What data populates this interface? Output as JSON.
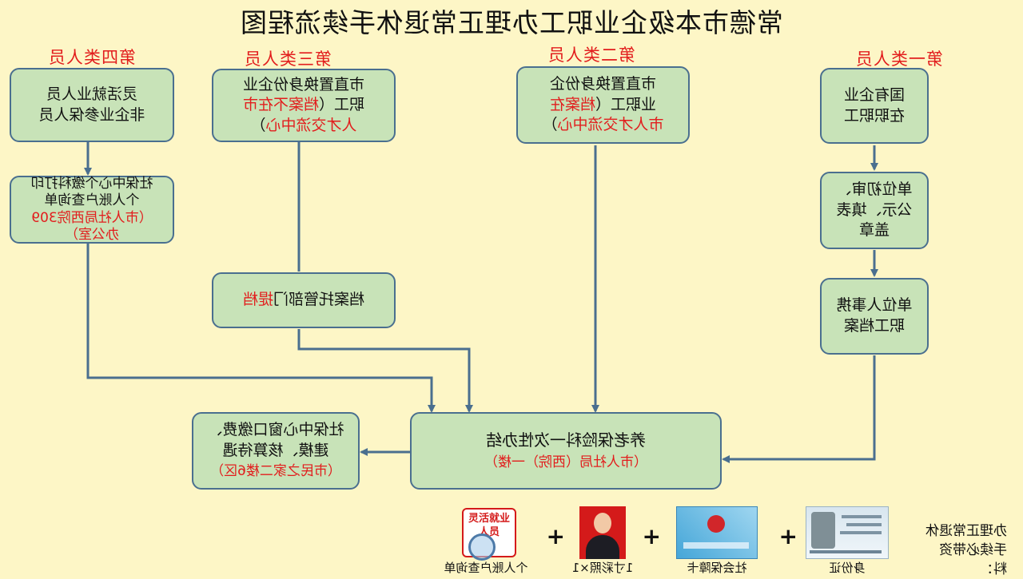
{
  "title": "常德市本级企业职工办理正常退休手续流程图",
  "categories": {
    "c1": "第一类人员",
    "c2": "第二类人员",
    "c3": "第三类人员",
    "c4": "第四类人员"
  },
  "nodes": {
    "c1_start": [
      "国有企业",
      "在职职工"
    ],
    "c1_step2": [
      "单位初审、",
      "公示、填表",
      "盖章"
    ],
    "c1_step3": [
      "单位人事携",
      "职工档案"
    ],
    "c2_start_1": "市直置换身份企",
    "c2_start_2": "业职工（",
    "c2_start_2_red": "档案在",
    "c2_start_3_red": "市人才交流中心",
    "c2_start_3": "）",
    "c3_start_1": "市直置换身份企业",
    "c3_start_2": "职工（",
    "c3_start_2_red": "档案不在市",
    "c3_start_3_red": "人才交流中心",
    "c3_start_3": "）",
    "c3_step2": "档案托管部门",
    "c3_step2_red": "提档",
    "c4_start": [
      "灵活就业人员",
      "非企业参保人员"
    ],
    "c4_step2_1": "社保中心个缴科打印",
    "c4_step2_2": "个人账户查询单",
    "c4_step2_3_red": "（市人社局西院309",
    "c4_step2_4_red": "办公室）",
    "main_1": "养老保险科一次性办结",
    "main_2_red": "（市人社局（西院）一楼）",
    "final_1": "社保中心窗口缴费、",
    "final_2": "建模、核算待遇",
    "final_3_red": "（市民之家二楼6区）"
  },
  "materials": {
    "heading": [
      "办理正常退休",
      "手续必带资料："
    ],
    "items": [
      {
        "caption": "身份证",
        "icon": "id-card-icon"
      },
      {
        "caption": "社会保障卡",
        "icon": "social-security-card-icon"
      },
      {
        "caption": "1寸彩照×1",
        "icon": "photo-icon"
      },
      {
        "caption": "个人账户查询单",
        "icon": "query-form-icon"
      }
    ],
    "query_label_top": "灵活就业",
    "query_label_bottom": "人员",
    "plus": "+"
  },
  "colors": {
    "background": "#fdf6c6",
    "box_fill": "#c8e3b8",
    "box_border": "#4a6f8f",
    "arrow": "#4a6f8f",
    "highlight": "#e21d1d"
  }
}
